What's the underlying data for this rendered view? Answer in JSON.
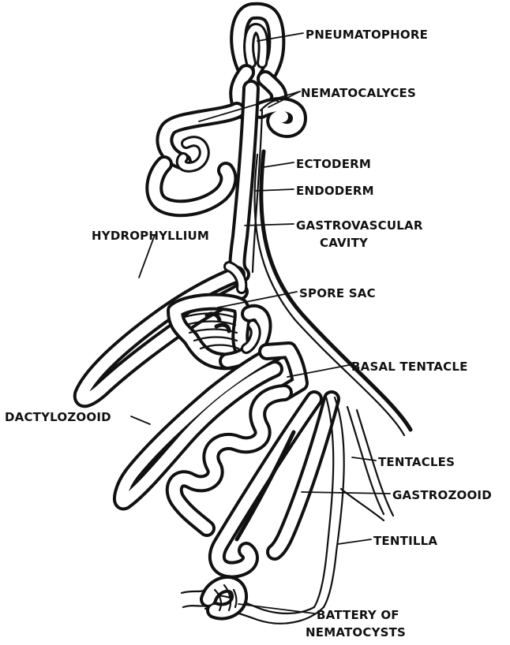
{
  "labels": {
    "pneumatophore": "PNEUMATOPHORE",
    "nematocalyces": "NEMATOCALYCES",
    "ectoderm": "ECTODERM",
    "endoderm": "ENDODERM",
    "gastrovascular_1": "GASTROVASCULAR",
    "gastrovascular_2": "CAVITY",
    "hydrophyllium": "HYDROPHYLLIUM",
    "spore_sac": "SPORE SAC",
    "basal_tentacle": "BASAL TENTACLE",
    "dactylozooid": "DACTYLOZOOID",
    "tentacles": "TENTACLES",
    "gastrozooid": "GASTROZOOID",
    "tentilla": "TENTILLA",
    "battery_1": "BATTERY OF",
    "battery_2": "NEMATOCYSTS"
  }
}
